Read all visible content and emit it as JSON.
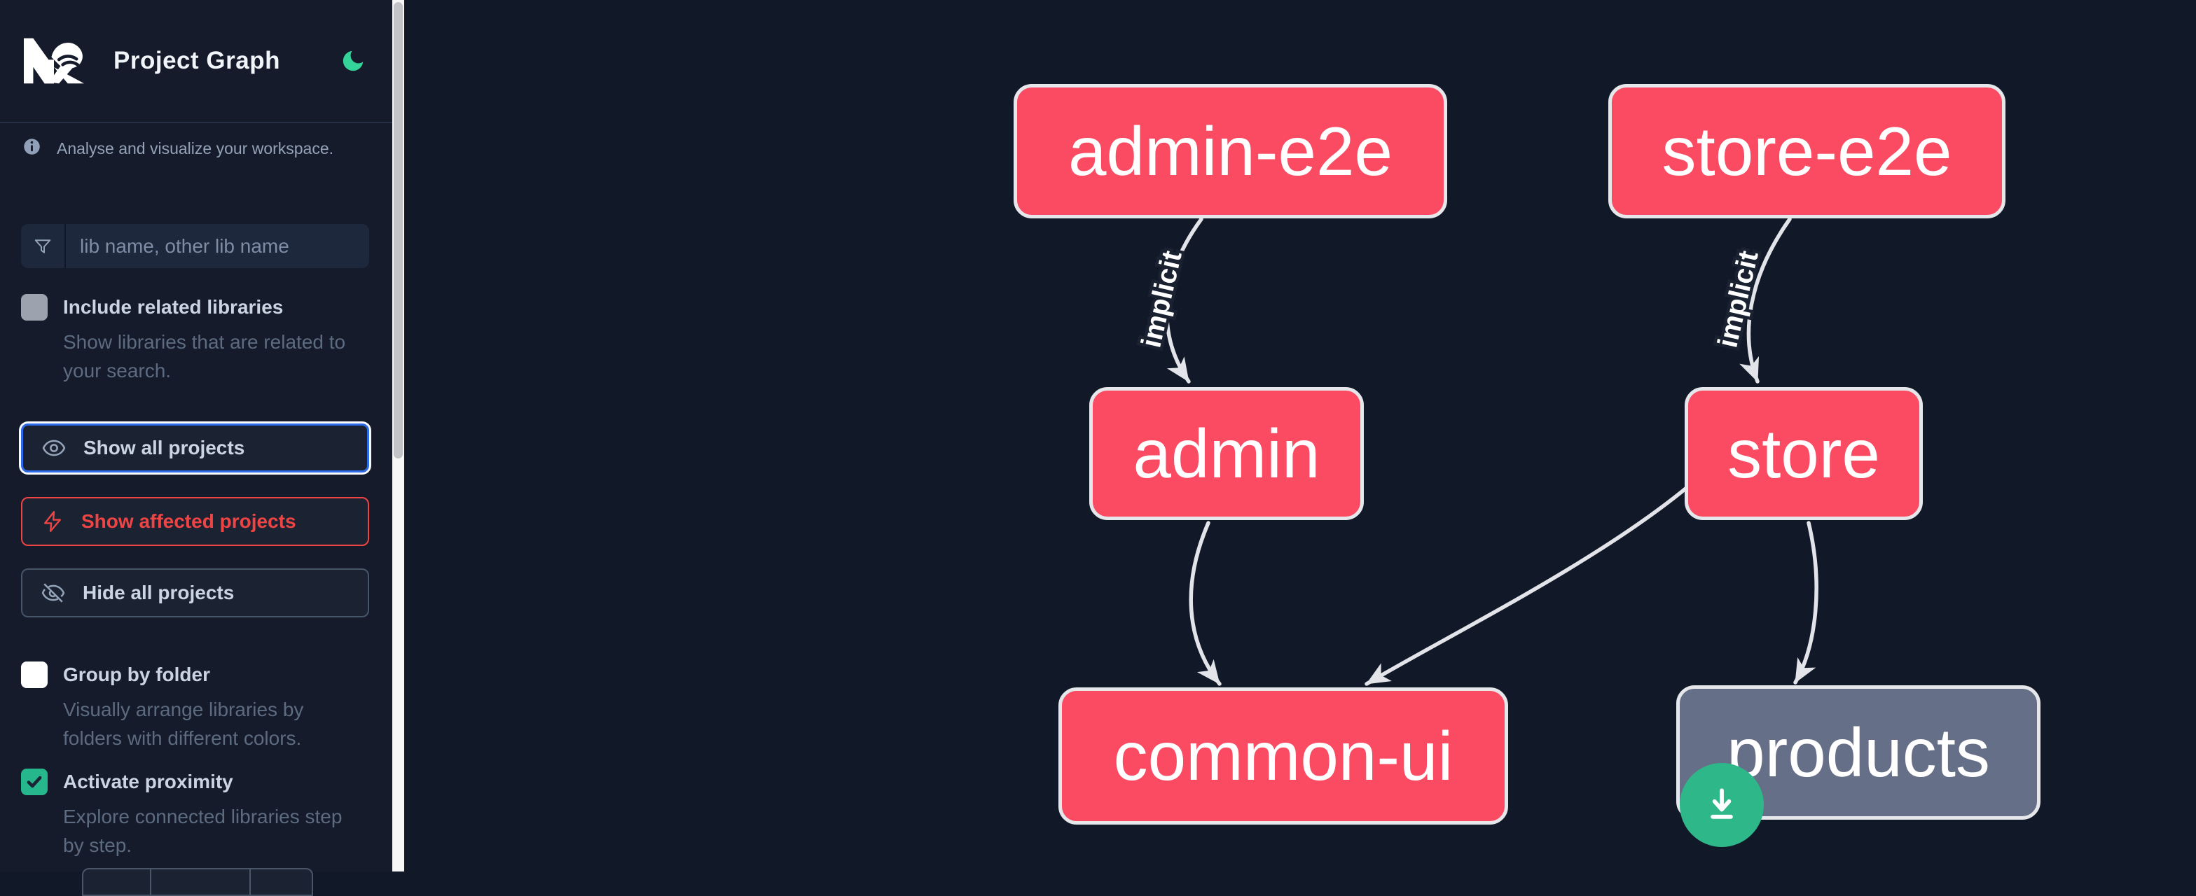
{
  "header": {
    "title": "Project Graph",
    "logo": "nx-logo",
    "theme_toggle": "moon-icon"
  },
  "sidebar": {
    "info": {
      "text": "Analyse and visualize your workspace."
    },
    "search": {
      "placeholder": "lib name, other lib name",
      "value": "",
      "icon": "funnel-icon"
    },
    "include_related": {
      "label": "Include related libraries",
      "description": "Show libraries that are related to\nyour search.",
      "checked": false
    },
    "actions": [
      {
        "id": "show-all-projects",
        "label": "Show all projects",
        "icon": "eye-icon",
        "accent": "#2d6bea",
        "focused": true
      },
      {
        "id": "show-affected-projects",
        "label": "Show affected projects",
        "icon": "bolt-icon",
        "accent": "#ef4444",
        "focused": false
      },
      {
        "id": "hide-all-projects",
        "label": "Hide all projects",
        "icon": "eye-off-icon",
        "accent": "#475569",
        "focused": false
      }
    ],
    "group_by_folder": {
      "label": "Group by folder",
      "description": "Visually arrange libraries by\nfolders with different colors.",
      "checked": false
    },
    "activate_proximity": {
      "label": "Activate proximity",
      "description": "Explore connected libraries step\nby step.",
      "checked": true
    },
    "proximity_stepper": {
      "segments": 3
    }
  },
  "graph": {
    "nodes": [
      {
        "id": "admin-e2e",
        "label": "admin-e2e",
        "status": "affected"
      },
      {
        "id": "store-e2e",
        "label": "store-e2e",
        "status": "affected"
      },
      {
        "id": "admin",
        "label": "admin",
        "status": "affected"
      },
      {
        "id": "store",
        "label": "store",
        "status": "affected"
      },
      {
        "id": "common-ui",
        "label": "common-ui",
        "status": "affected"
      },
      {
        "id": "products",
        "label": "products",
        "status": "unaffected"
      }
    ],
    "edges": [
      {
        "source": "admin-e2e",
        "target": "admin",
        "type": "implicit",
        "label": "implicit"
      },
      {
        "source": "store-e2e",
        "target": "store",
        "type": "implicit",
        "label": "implicit"
      },
      {
        "source": "admin",
        "target": "common-ui",
        "type": "static",
        "label": ""
      },
      {
        "source": "store",
        "target": "common-ui",
        "type": "static",
        "label": ""
      },
      {
        "source": "store",
        "target": "products",
        "type": "static",
        "label": ""
      }
    ],
    "colors": {
      "affected_node": "#fb4b63",
      "unaffected_node": "#666f88",
      "node_border": "#e6e7eb",
      "edge": "#e2e4e9"
    }
  },
  "fab": {
    "icon": "download-icon",
    "color": "#2eb88a"
  }
}
